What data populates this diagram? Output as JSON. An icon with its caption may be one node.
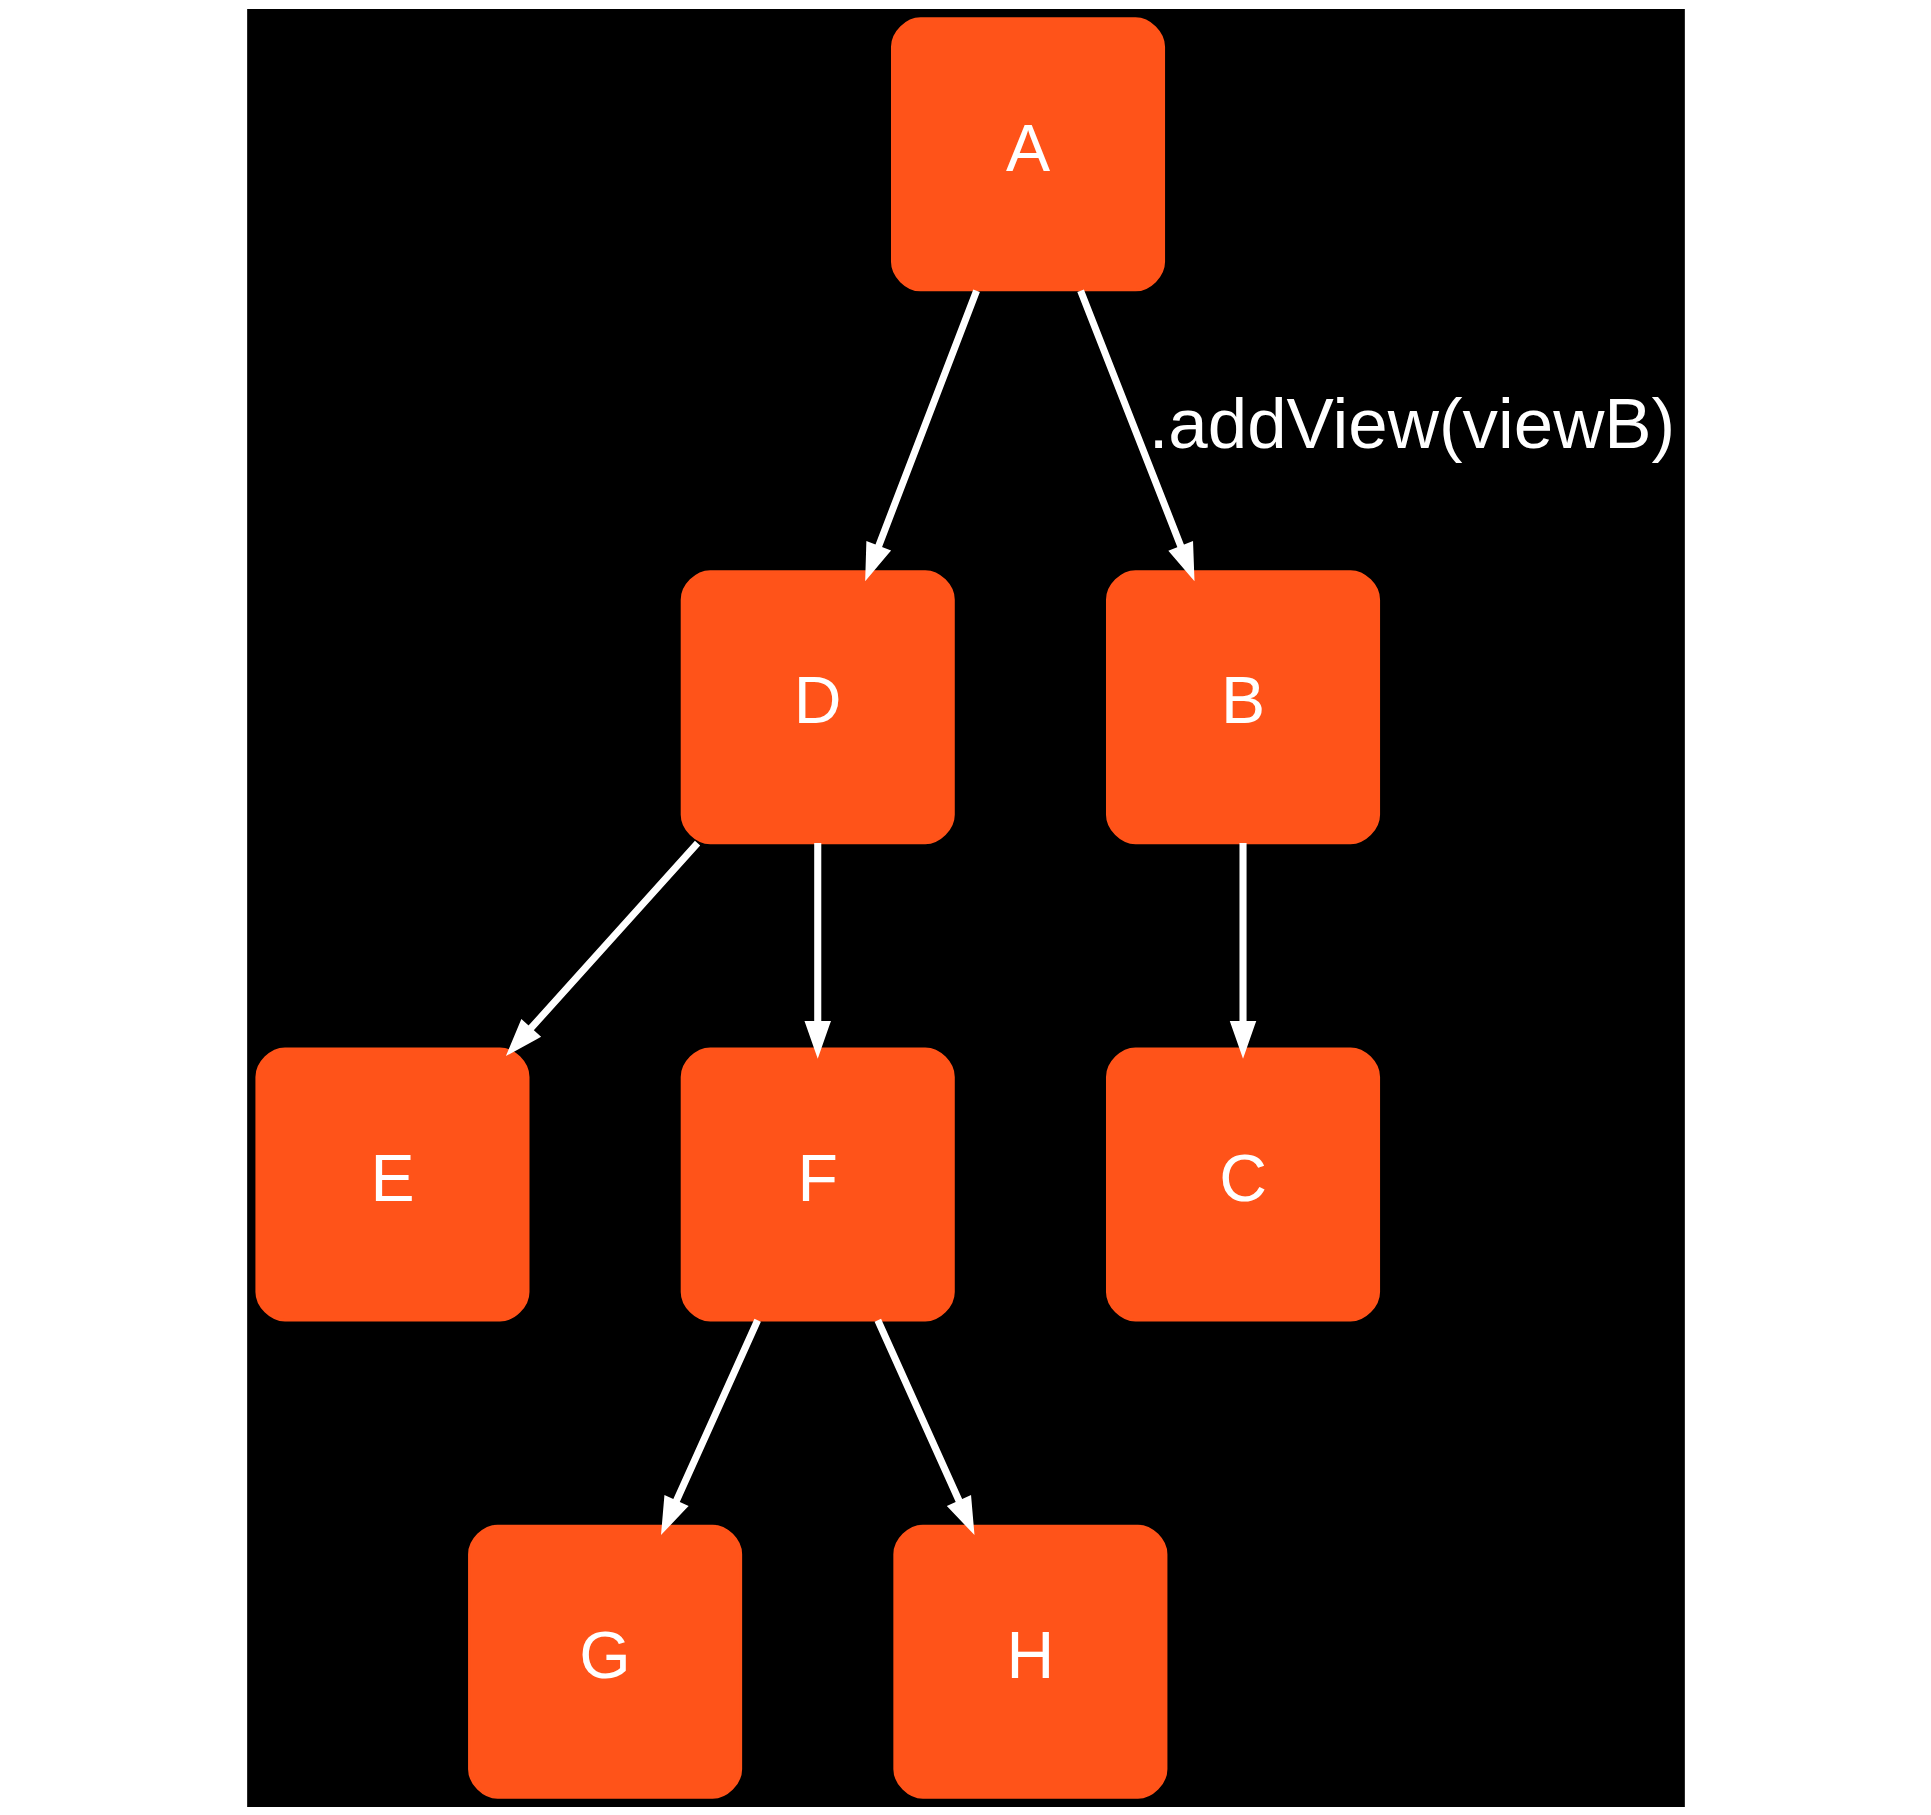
{
  "diagram": {
    "nodes": [
      {
        "text": [
          "A"
        ]
      },
      {
        "text": [
          "D"
        ]
      },
      {
        "text": [
          "B"
        ]
      },
      {
        "text": [
          "E"
        ]
      },
      {
        "text": [
          "F"
        ]
      },
      {
        "text": [
          "C"
        ]
      },
      {
        "text": [
          "G"
        ]
      },
      {
        "text": [
          "H"
        ]
      }
    ],
    "edges": [
      {
        "from": 0,
        "to": 1,
        "arrow": "to"
      },
      {
        "from": 0,
        "to": 2,
        "arrow": "to",
        "label": ".addView(viewB)"
      },
      {
        "from": 1,
        "to": 3,
        "arrow": "to"
      },
      {
        "from": 1,
        "to": 4,
        "arrow": "to"
      },
      {
        "from": 2,
        "to": 5,
        "arrow": "to"
      },
      {
        "from": 4,
        "to": 6,
        "arrow": "to"
      },
      {
        "from": 4,
        "to": 7,
        "arrow": "to"
      }
    ]
  }
}
